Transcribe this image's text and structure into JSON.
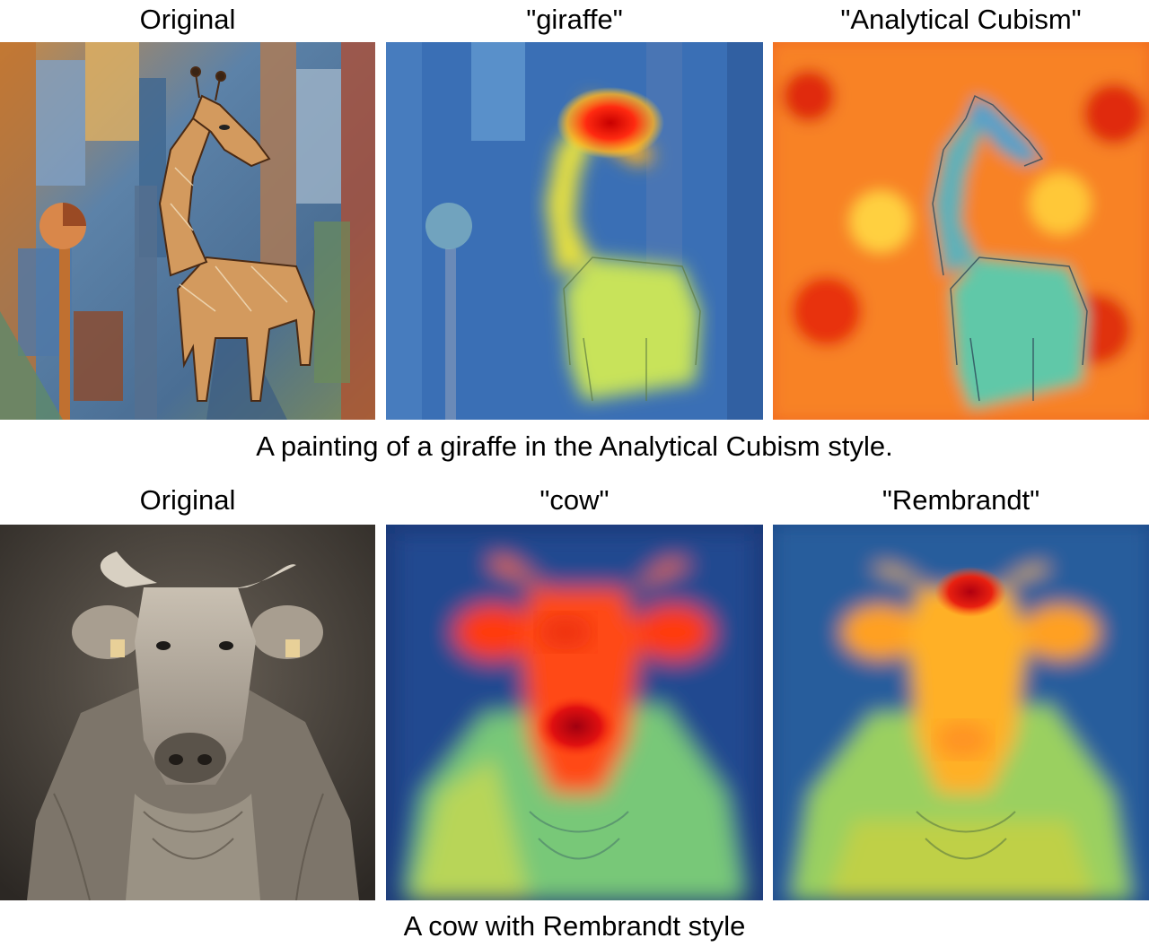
{
  "rows": [
    {
      "titles": [
        "Original",
        "\"giraffe\"",
        "\"Analytical Cubism\""
      ],
      "caption": "A painting of a giraffe in the Analytical Cubism style."
    },
    {
      "titles": [
        "Original",
        "\"cow\"",
        "\"Rembrandt\""
      ],
      "caption": "A cow with Rembrandt style"
    }
  ]
}
